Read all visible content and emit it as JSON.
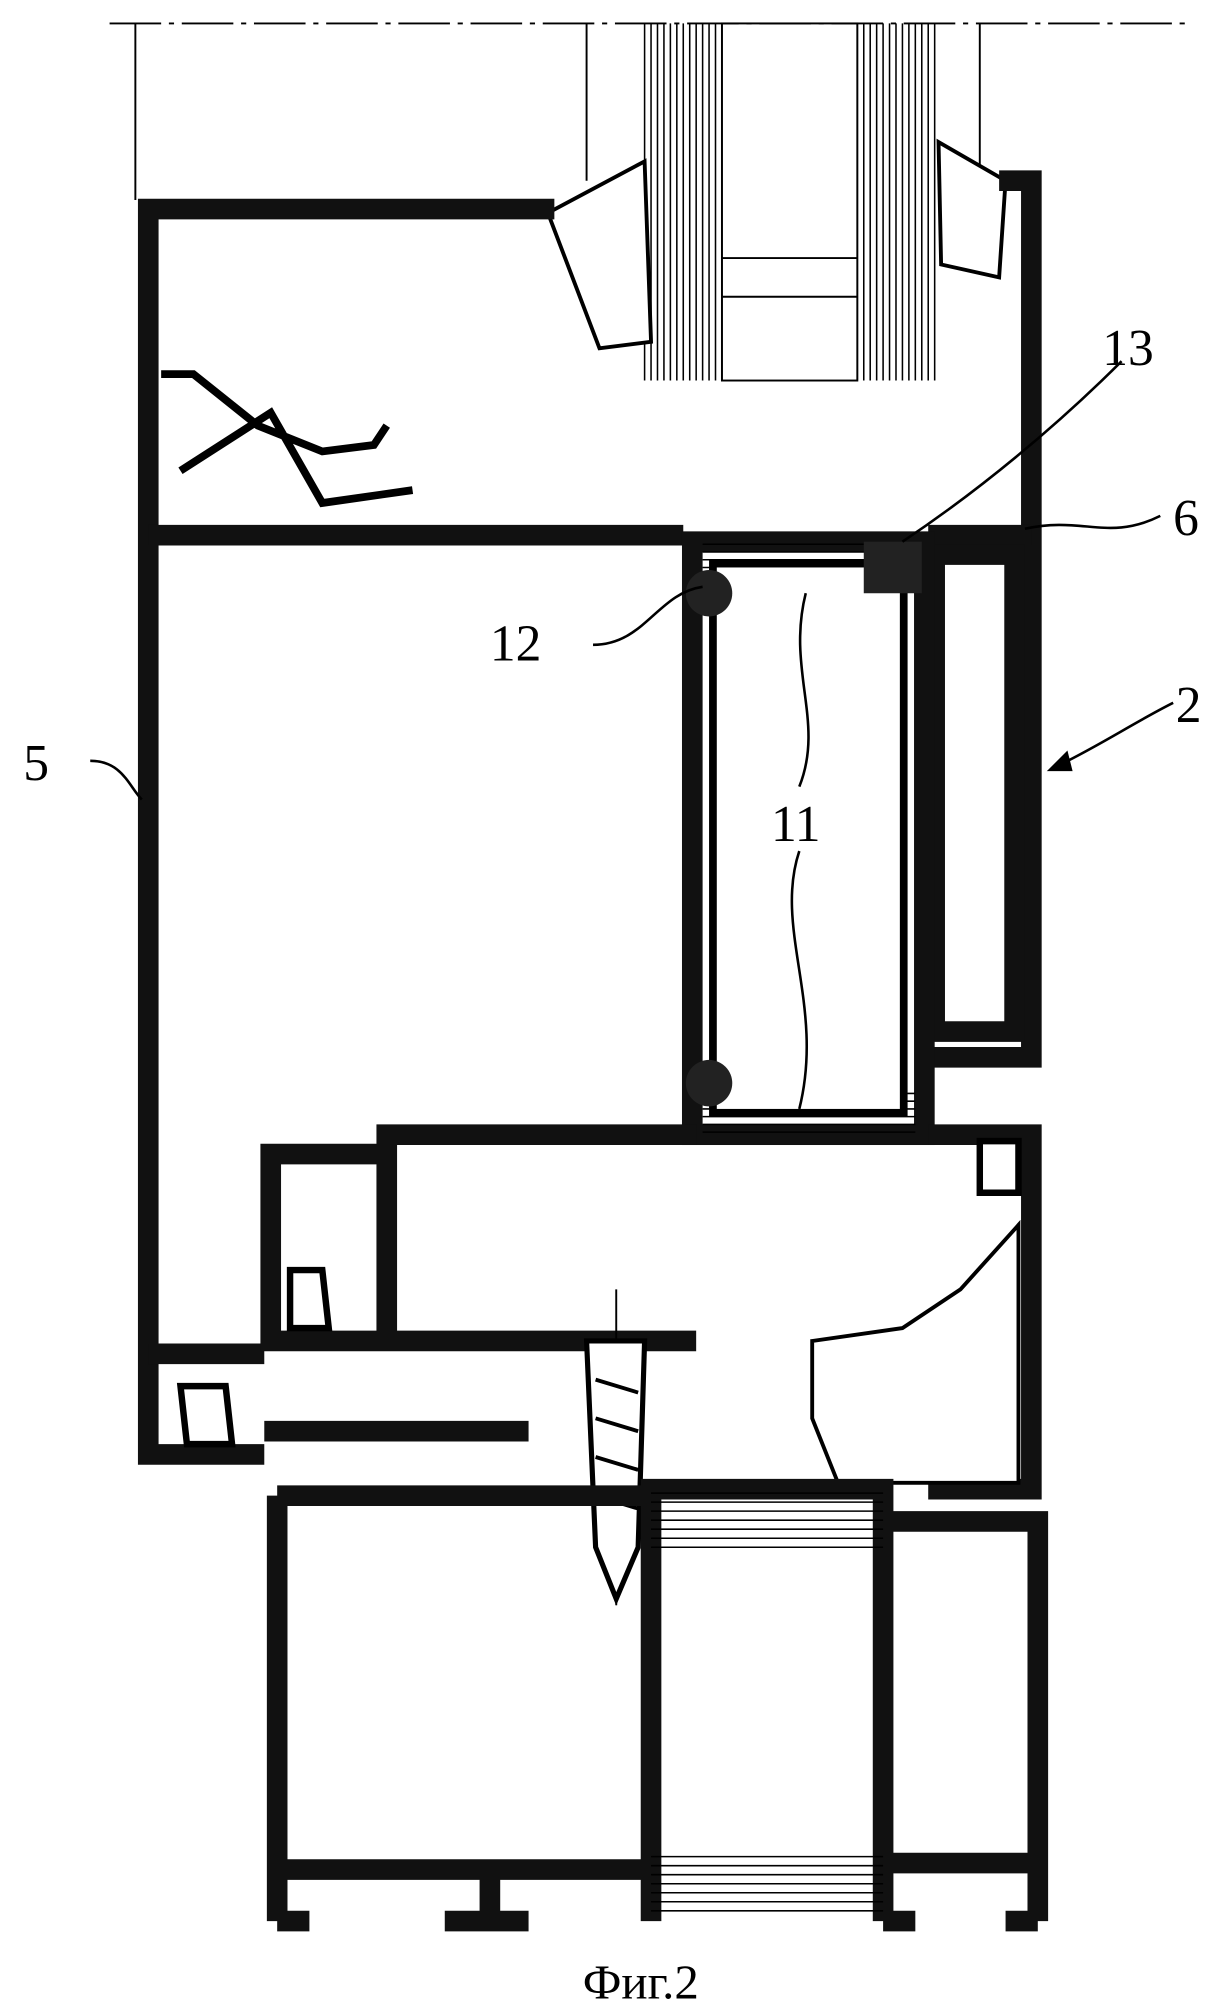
{
  "figure": {
    "caption": "Фиг.2",
    "labels": {
      "l13": "13",
      "l6": "6",
      "l12": "12",
      "l2": "2",
      "l5": "5",
      "l11": "11"
    }
  }
}
